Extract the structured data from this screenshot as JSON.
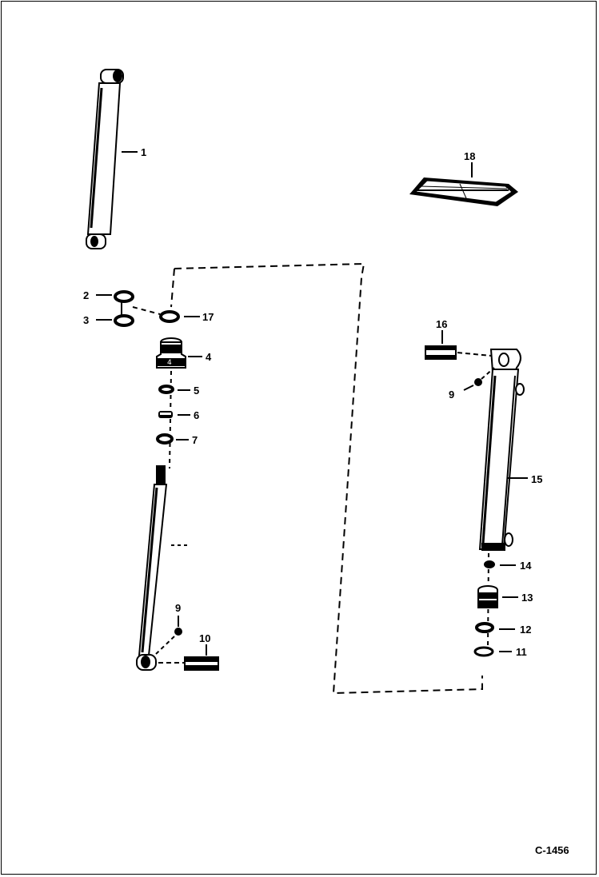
{
  "diagram": {
    "reference": "C-1456",
    "callouts": [
      {
        "id": "c1",
        "text": "1"
      },
      {
        "id": "c2",
        "text": "2"
      },
      {
        "id": "c3",
        "text": "3"
      },
      {
        "id": "c4",
        "text": "4"
      },
      {
        "id": "c5",
        "text": "5"
      },
      {
        "id": "c6",
        "text": "6"
      },
      {
        "id": "c7",
        "text": "7"
      },
      {
        "id": "c9a",
        "text": "9"
      },
      {
        "id": "c9b",
        "text": "9"
      },
      {
        "id": "c10",
        "text": "10"
      },
      {
        "id": "c11",
        "text": "11"
      },
      {
        "id": "c12",
        "text": "12"
      },
      {
        "id": "c13",
        "text": "13"
      },
      {
        "id": "c14",
        "text": "14"
      },
      {
        "id": "c15",
        "text": "15"
      },
      {
        "id": "c16",
        "text": "16"
      },
      {
        "id": "c17",
        "text": "17"
      },
      {
        "id": "c18",
        "text": "18"
      }
    ]
  }
}
